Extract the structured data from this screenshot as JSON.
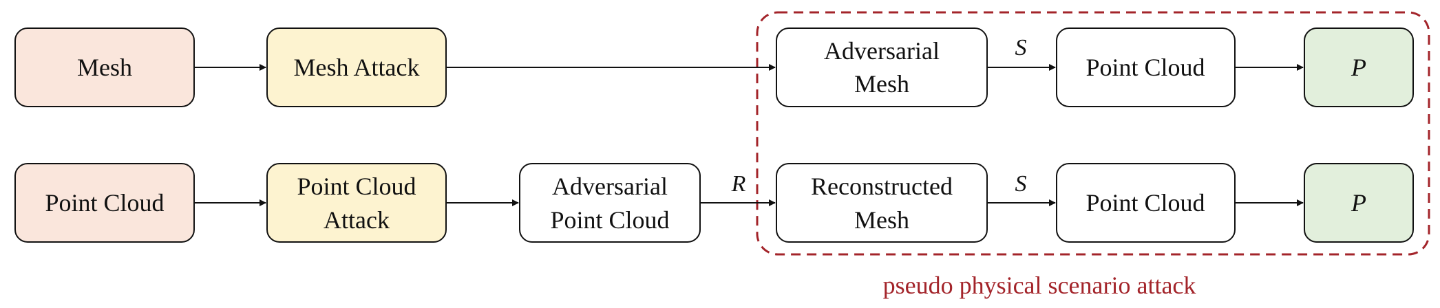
{
  "nodes": {
    "mesh": {
      "lines": [
        "Mesh"
      ],
      "fill": "#fae6dc"
    },
    "mesh_attack": {
      "lines": [
        "Mesh Attack"
      ],
      "fill": "#fdf3d0"
    },
    "adv_mesh": {
      "lines": [
        "Adversarial",
        "Mesh"
      ],
      "fill": "#ffffff"
    },
    "pc_top": {
      "lines": [
        "Point Cloud"
      ],
      "fill": "#ffffff"
    },
    "p_top": {
      "lines": [
        "P"
      ],
      "fill": "#e2efdc",
      "italic": true
    },
    "point_cloud": {
      "lines": [
        "Point Cloud"
      ],
      "fill": "#fae6dc"
    },
    "pc_attack": {
      "lines": [
        "Point Cloud",
        "Attack"
      ],
      "fill": "#fdf3d0"
    },
    "adv_pc": {
      "lines": [
        "Adversarial",
        "Point Cloud"
      ],
      "fill": "#ffffff"
    },
    "recon_mesh": {
      "lines": [
        "Reconstructed",
        "Mesh"
      ],
      "fill": "#ffffff"
    },
    "pc_bottom": {
      "lines": [
        "Point Cloud"
      ],
      "fill": "#ffffff"
    },
    "p_bottom": {
      "lines": [
        "P"
      ],
      "fill": "#e2efdc",
      "italic": true
    }
  },
  "edge_labels": {
    "s_top": "S",
    "r": "R",
    "s_bottom": "S"
  },
  "region": {
    "label": "pseudo physical scenario attack",
    "color": "#a3242a"
  }
}
